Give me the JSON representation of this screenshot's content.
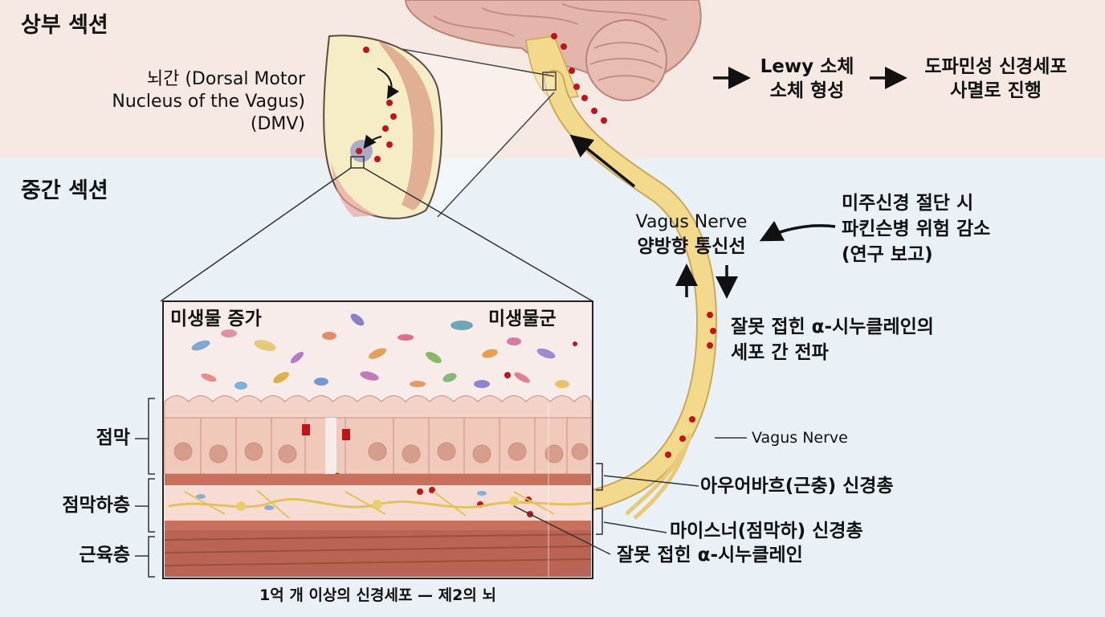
{
  "sections": {
    "top": "상부 섹션",
    "middle": "중간 섹션"
  },
  "brainstem": {
    "line1": "뇌간 (Dorsal Motor",
    "line2": "Nucleus of the Vagus)",
    "line3": "(DMV)"
  },
  "progression": {
    "step1_line1": "Lewy 소체",
    "step1_line2": "소체 형성",
    "step2_line1": "도파민성 신경세포",
    "step2_line2": "사멸로 진행"
  },
  "vagus_bidirectional": {
    "line1": "Vagus Nerve",
    "line2": "양방향 통신선"
  },
  "vagotomy": {
    "line1": "미주신경 절단 시",
    "line2": "파킨슨병 위험 감소",
    "line3": "(연구 보고)"
  },
  "propagation": {
    "line1": "잘못 접힌 α-시누클레인의",
    "line2": "세포 간 전파"
  },
  "vagus_label": "Vagus Nerve",
  "microbe": {
    "increase": "미생물 증가",
    "flora": "미생물군"
  },
  "layers": {
    "mucosa": "점막",
    "submucosa": "점막하층",
    "muscle": "근육층"
  },
  "plexus": {
    "auerbach": "아우어바흐(근충) 신경총",
    "meissner": "마이스너(점막하) 신경총"
  },
  "misfolded": "잘못 접힌 α-시누클레인",
  "caption": "1억 개 이상의 신경세포 — 제2의 뇌",
  "colors": {
    "nerve": "#f2d98c",
    "alpha_syn": "#c0141c",
    "tissue": "#f1c9bb",
    "muscle": "#c8705e",
    "brain": "#e2b1a6"
  }
}
